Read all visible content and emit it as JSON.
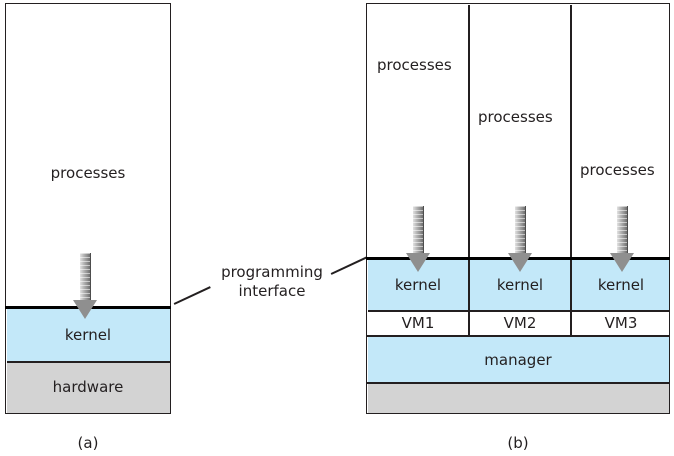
{
  "figure": {
    "colors": {
      "kernel_blue": "#c3e8f9",
      "hardware_gray": "#d3d3d3",
      "outline": "#231f20",
      "interface_line": "#000000",
      "arrow_gray": "#8f8f8f"
    },
    "callout": {
      "line1": "programming",
      "line2": "interface"
    },
    "panel_a": {
      "caption": "(a)",
      "layers": [
        {
          "label": "processes",
          "fill": "white"
        },
        {
          "label": "kernel",
          "fill": "blue"
        },
        {
          "label": "hardware",
          "fill": "gray"
        }
      ]
    },
    "panel_b": {
      "caption": "(b)",
      "columns": [
        {
          "processes": "processes",
          "kernel": "kernel",
          "vm": "VM1"
        },
        {
          "processes": "processes",
          "kernel": "kernel",
          "vm": "VM2"
        },
        {
          "processes": "processes",
          "kernel": "kernel",
          "vm": "VM3"
        }
      ],
      "manager": "manager",
      "hardware": ""
    }
  }
}
